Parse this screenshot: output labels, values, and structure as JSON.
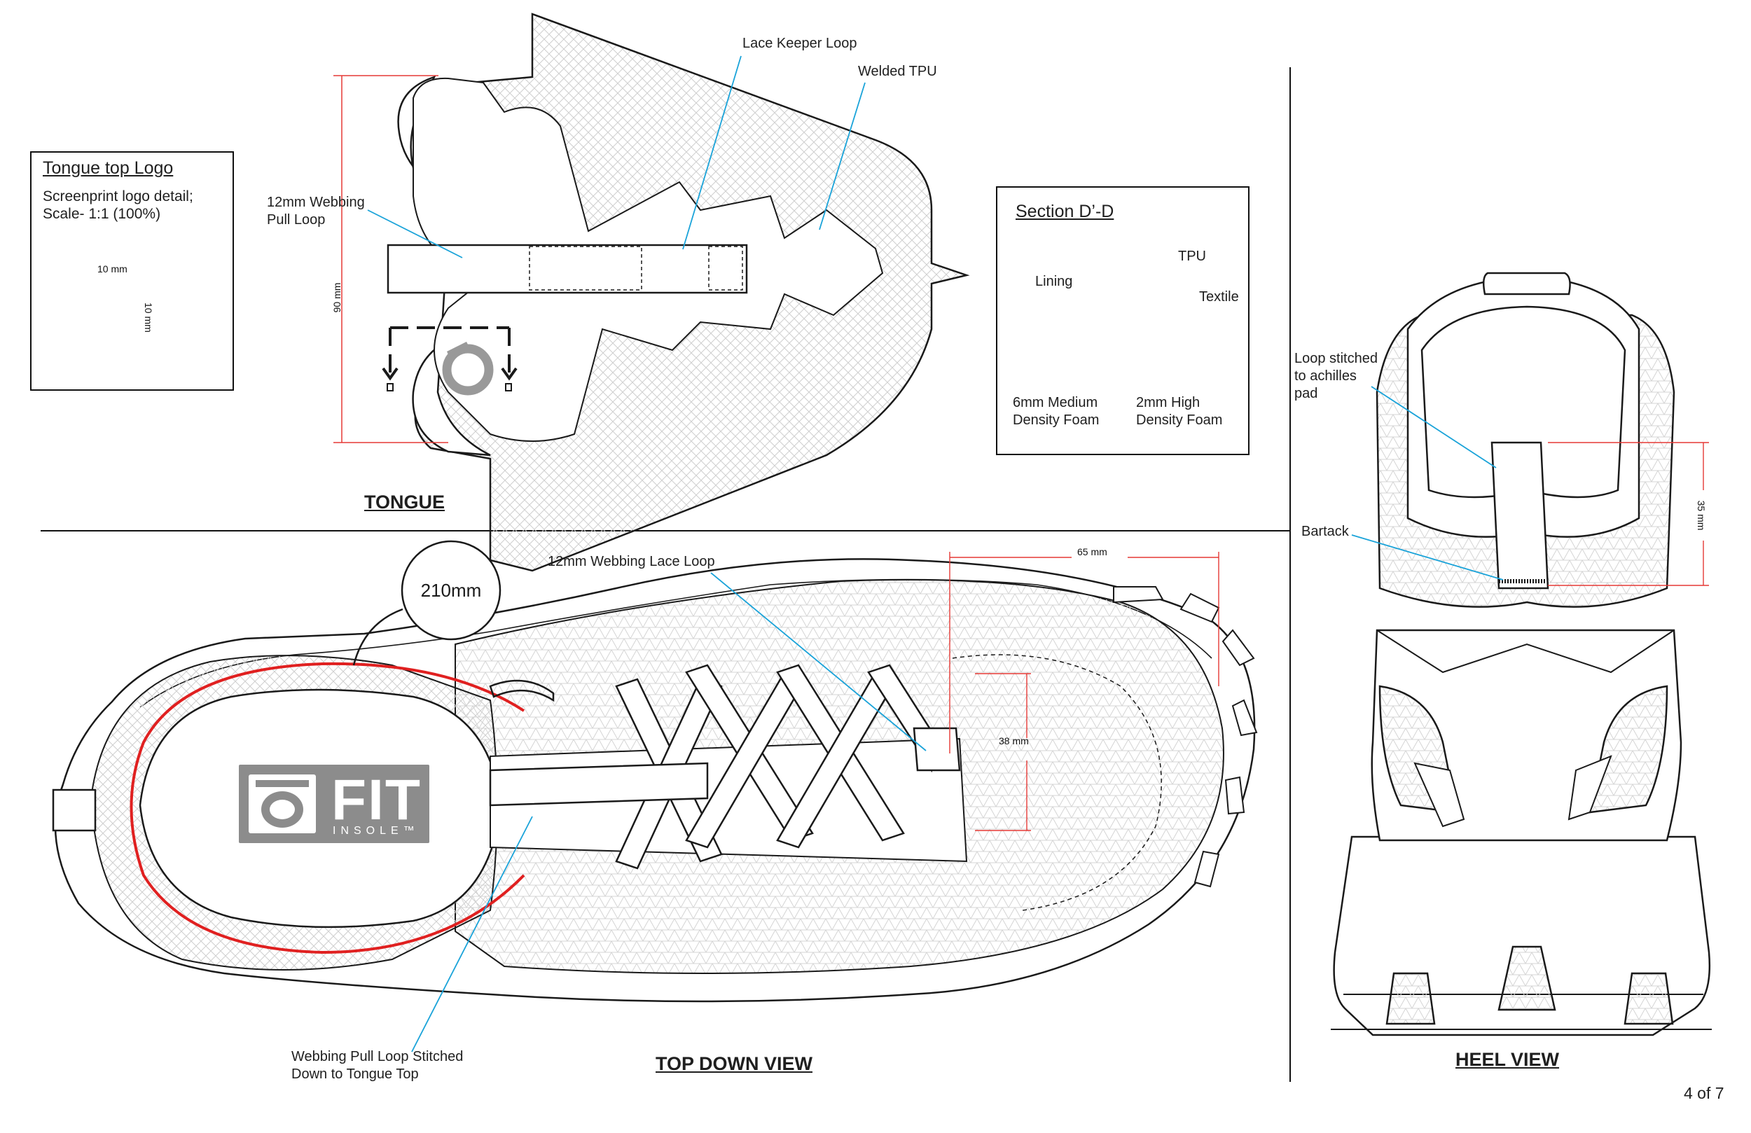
{
  "sheet": {
    "page_number": "4 of 7",
    "colors": {
      "callout": "#1aa3d9",
      "dimension": "#e53935",
      "mesh": "#d8d8d8",
      "outline": "#1a1a1a"
    }
  },
  "tongue": {
    "title": "TONGUE",
    "callouts": {
      "lace_keeper": "Lace Keeper Loop",
      "welded_tpu": "Welded TPU",
      "pull_loop_line1": "12mm Webbing",
      "pull_loop_line2": "Pull Loop"
    },
    "height_dim": "90 mm"
  },
  "logo_box": {
    "title": "Tongue top Logo",
    "line1": "Screenprint logo detail;",
    "line2": "Scale- 1:1 (100%)",
    "width_dim": "10 mm",
    "height_dim": "10 mm"
  },
  "section_box": {
    "title": "Section D’-D",
    "labels": {
      "tpu": "TPU",
      "lining": "Lining",
      "textile": "Textile",
      "medium_foam_line1": "6mm Medium",
      "medium_foam_line2": "Density Foam",
      "high_foam_line1": "2mm High",
      "high_foam_line2": "Density Foam"
    },
    "layer_colors": {
      "lining": "#f2ea3b",
      "textile": "#d6307f",
      "tpu": "#2d3fa6",
      "foam_medium": "#16a04a",
      "foam_high": "#1aa3d9"
    }
  },
  "top_view": {
    "title": "TOP DOWN VIEW",
    "size_badge": "210mm",
    "lace_loop_callout": "12mm Webbing Lace Loop",
    "pull_loop_callout_line1": "Webbing Pull Loop Stitched",
    "pull_loop_callout_line2": "Down to Tongue Top",
    "dim_width": "65 mm",
    "dim_height": "38 mm",
    "insole_brand": "FIT",
    "insole_sub": "INSOLE™",
    "collar_highlight": "#e02020"
  },
  "heel_view": {
    "title": "HEEL VIEW",
    "loop_callout_line1": "Loop stitched",
    "loop_callout_line2": "to achilles",
    "loop_callout_line3": "pad",
    "bartack_callout": "Bartack",
    "dim_height": "35 mm"
  }
}
